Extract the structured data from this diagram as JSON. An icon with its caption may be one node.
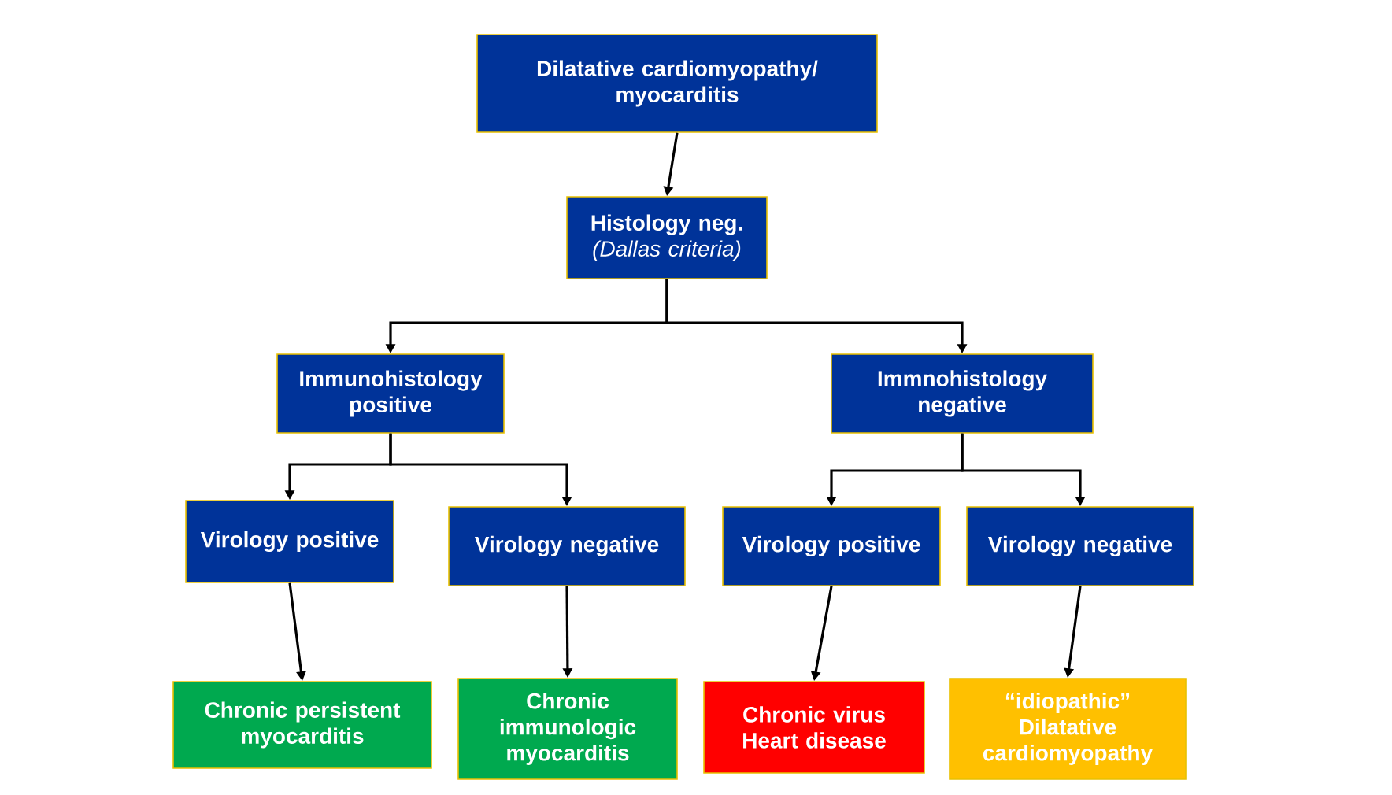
{
  "diagram": {
    "nodes": [
      {
        "text": [
          "Dilatative cardiomyopathy/ myocarditis"
        ]
      },
      {
        "text": [
          "Histology neg.",
          "(Dallas criteria)"
        ]
      },
      {
        "text": [
          "Immunohistology positive"
        ]
      },
      {
        "text": [
          "Immnohistology negative"
        ]
      },
      {
        "text": [
          "Virology positive"
        ]
      },
      {
        "text": [
          "Virology negative"
        ]
      },
      {
        "text": [
          "Virology positive"
        ]
      },
      {
        "text": [
          "Virology negative"
        ]
      },
      {
        "text": [
          "Chronic persistent myocarditis"
        ]
      },
      {
        "text": [
          "Chronic immunologic myocarditis"
        ]
      },
      {
        "text": [
          "Chronic virus Heart disease"
        ]
      },
      {
        "text": [
          "“idiopathic” Dilatative cardiomyopathy"
        ]
      }
    ],
    "edges": [
      {
        "from": 0,
        "to": 1,
        "arrow": "to"
      },
      {
        "from": 1,
        "to": 2,
        "arrow": "to"
      },
      {
        "from": 1,
        "to": 3,
        "arrow": "to"
      },
      {
        "from": 2,
        "to": 4,
        "arrow": "to"
      },
      {
        "from": 2,
        "to": 5,
        "arrow": "to"
      },
      {
        "from": 3,
        "to": 6,
        "arrow": "to"
      },
      {
        "from": 3,
        "to": 7,
        "arrow": "to"
      },
      {
        "from": 4,
        "to": 8,
        "arrow": "to"
      },
      {
        "from": 5,
        "to": 9,
        "arrow": "to"
      },
      {
        "from": 6,
        "to": 10,
        "arrow": "to"
      },
      {
        "from": 7,
        "to": 11,
        "arrow": "to"
      }
    ]
  }
}
